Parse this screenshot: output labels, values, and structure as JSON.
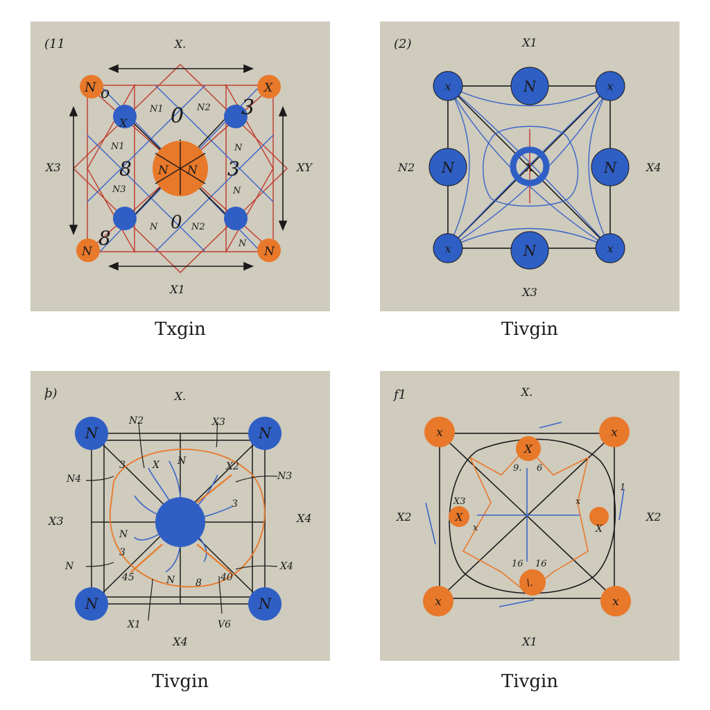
{
  "colors": {
    "panel_bg": "#cfcbbd",
    "orange": "#e8782a",
    "blue": "#2f5fc4",
    "red_line": "#c0392b",
    "blue_line": "#3a64c8",
    "ink": "#1a1a1a"
  },
  "panels": [
    {
      "tag": "(11",
      "top_label": "X.",
      "bottom_label": "X1",
      "left_label": "X3",
      "right_label": "XY",
      "corner_nodes": [
        "N",
        "X",
        "N",
        "N"
      ],
      "corner_extra": "o",
      "inner_node_label": "X",
      "center_labels": [
        "N",
        "N"
      ],
      "numbers": [
        "0",
        "3",
        "8",
        "3",
        "8",
        "0"
      ],
      "small_labels": [
        "N1",
        "N2",
        "N1",
        "N",
        "N3",
        "N",
        "N",
        "N2",
        "N"
      ],
      "caption": "Txgin"
    },
    {
      "tag": "(2)",
      "top_label": "X1",
      "bottom_label": "X3",
      "left_label": "N2",
      "right_label": "X4",
      "corner_nodes": [
        "x",
        "x",
        "x",
        "x"
      ],
      "edge_nodes": [
        "N",
        "N",
        "N",
        "N"
      ],
      "center_label": "X",
      "caption": "Tivgin"
    },
    {
      "tag": "þ)",
      "top_label": "X.",
      "bottom_label": "X4",
      "left_label": "X3",
      "right_label": "X4",
      "corner_nodes": [
        "N",
        "N",
        "N",
        "N"
      ],
      "small_labels": [
        "N2",
        "X3",
        "N4",
        "N3",
        "3",
        "X",
        "N",
        "X2",
        "N",
        "3",
        "N",
        "3",
        "N",
        "8",
        "X4",
        "45",
        "40",
        "X1",
        "V6"
      ],
      "caption": "Tivgin"
    },
    {
      "tag": "f1",
      "top_label": "X.",
      "bottom_label": "X1",
      "left_label": "X2",
      "right_label": "X2",
      "corner_nodes": [
        "x",
        "x",
        "x",
        "x"
      ],
      "inner_nodes": [
        "X",
        "X",
        "X",
        "\\."
      ],
      "small_labels": [
        "9.",
        "6",
        "X3",
        "x",
        "x",
        "16",
        "16",
        "1"
      ],
      "caption": "Tivgin"
    }
  ]
}
